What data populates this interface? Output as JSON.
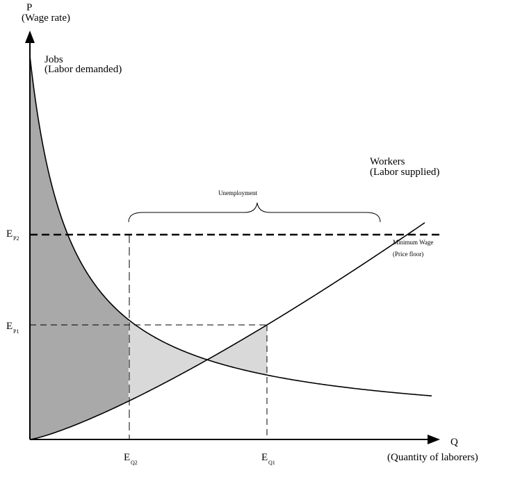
{
  "axes": {
    "y_label_line1": "P",
    "y_label_line2": "(Wage rate)",
    "x_label_line1": "Q",
    "x_label_line2": "(Quantity of laborers)"
  },
  "curves": {
    "demand_line1": "Jobs",
    "demand_line2": "(Labor demanded)",
    "supply_line1": "Workers",
    "supply_line2": "(Labor supplied)"
  },
  "annotations": {
    "unemployment": "Unemployment",
    "floor_line1": "Minimum Wage",
    "floor_line2": "(Price floor)"
  },
  "ticks": {
    "ep2_main": "E",
    "ep2_sub": "P2",
    "ep1_main": "E",
    "ep1_sub": "P1",
    "eq2_main": "E",
    "eq2_sub": "Q2",
    "eq1_main": "E",
    "eq1_sub": "Q1"
  },
  "colors": {
    "dark_region": "#a9a9a9",
    "light_region": "#d9d9d9",
    "line": "#000000"
  }
}
